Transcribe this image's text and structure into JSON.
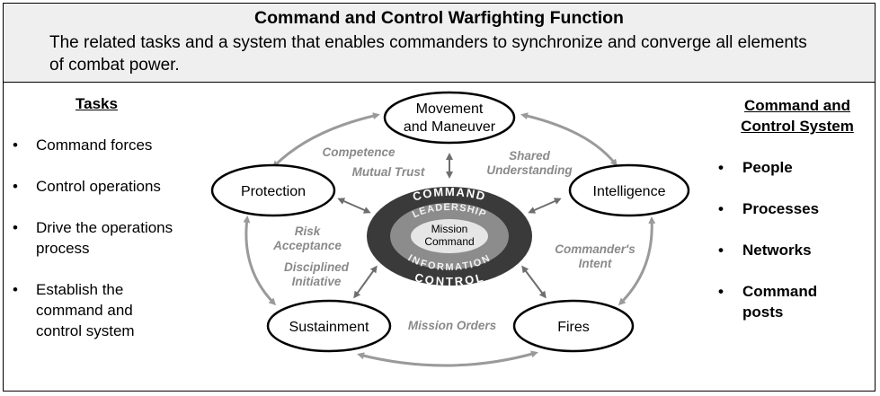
{
  "header": {
    "title": "Command and Control Warfighting Function",
    "subtitle": "The related tasks and a system that enables commanders to synchronize and converge all elements of combat power."
  },
  "tasks": {
    "title": "Tasks",
    "items": [
      "Command forces",
      "Control operations",
      "Drive the operations process",
      "Establish the command and control system"
    ]
  },
  "c2_system": {
    "title": "Command and Control System",
    "items": [
      "People",
      "Processes",
      "Networks",
      "Command posts"
    ]
  },
  "diagram": {
    "nodes": {
      "movement": [
        "Movement",
        "and Maneuver"
      ],
      "protection": "Protection",
      "intelligence": "Intelligence",
      "sustainment": "Sustainment",
      "fires": "Fires"
    },
    "center": {
      "outer_top": "COMMAND",
      "outer_bottom": "CONTROL",
      "middle_top": "LEADERSHIP",
      "middle_bottom": "INFORMATION",
      "inner": [
        "Mission",
        "Command"
      ]
    },
    "relationships": {
      "competence": "Competence",
      "mutual_trust": "Mutual Trust",
      "shared_understanding": [
        "Shared",
        "Understanding"
      ],
      "risk_acceptance": [
        "Risk",
        "Acceptance"
      ],
      "disciplined_initiative": [
        "Disciplined",
        "Initiative"
      ],
      "commanders_intent": [
        "Commander's",
        "Intent"
      ],
      "mission_orders": "Mission Orders"
    }
  },
  "colors": {
    "header_bg": "#efefef",
    "arrow_gray": "#9a9a9a",
    "relationship_text": "#8a8a8a",
    "center_dark": "#3a3a3a",
    "center_mid": "#8c8c8c",
    "center_light": "#e6e6e6"
  }
}
